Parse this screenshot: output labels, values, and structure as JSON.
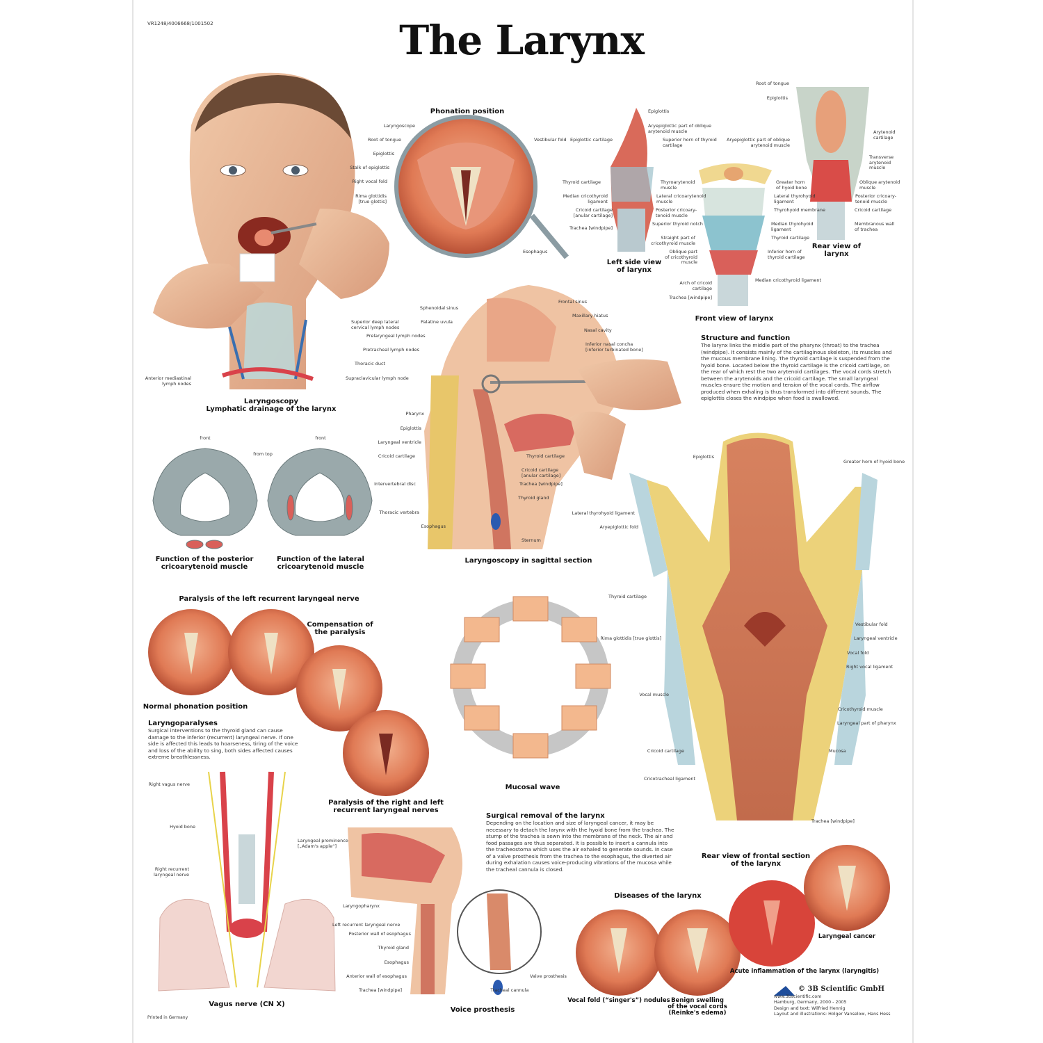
{
  "header": {
    "code": "VR1248/4006668/1001502",
    "title": "The Larynx",
    "printed": "Printed in Germany"
  },
  "colors": {
    "tissue": "#e48a6a",
    "mucosa": "#c9664a",
    "cartilage": "#a9c7cf",
    "bone_gray": "#9aa7a9",
    "nerve": "#e8d34a",
    "artery": "#d9424a"
  },
  "figures": {
    "phonation": {
      "title": "Phonation position",
      "labels": [
        "Laryngoscope",
        "Root of tongue",
        "Epiglottis",
        "Stalk of epiglottis",
        "Right vocal fold",
        "Rima glottidis\n[true glottis]",
        "Vestibular fold",
        "Esophagus"
      ]
    },
    "left_side": {
      "title": "Left side view\nof larynx",
      "labels": [
        "Epiglottis",
        "Aryepiglottic part of oblique\narytenoid muscle",
        "Superior horn of thyroid\ncartilage",
        "Thyroarytenoid\nmuscle",
        "Lateral cricoarytenoid\nmuscle",
        "Posterior cricoary-\ntenoid muscle",
        "Superior thyroid notch",
        "Epiglottic cartilage",
        "Thyroid cartilage",
        "Median cricothyroid\nligament",
        "Cricoid cartilage\n[anular cartilage]",
        "Trachea [windpipe]"
      ]
    },
    "front": {
      "title": "Front view of larynx",
      "labels": [
        "Greater horn\nof hyoid bone",
        "Lateral thyrohyoid\nligament",
        "Thyrohyoid membrane",
        "Median thyrohyoid\nligament",
        "Thyroid cartilage",
        "Inferior horn of\nthyroid cartilage",
        "Median cricothyroid ligament",
        "Straight part of\ncricothyroid muscle",
        "Oblique part\nof cricothyroid\nmuscle",
        "Arch of cricoid\ncartilage",
        "Trachea [windpipe]"
      ]
    },
    "rear": {
      "title": "Rear view of\nlarynx",
      "labels": [
        "Root of tongue",
        "Epiglottis",
        "Aryepiglottic part of oblique\narytenoid muscle",
        "Arytenoid\ncartilage",
        "Transverse\narytenoid\nmuscle",
        "Oblique arytenoid\nmuscle",
        "Posterior cricoary-\ntenoid muscle",
        "Cricoid cartilage",
        "Membranous wall\nof trachea"
      ]
    },
    "laryngoscopy": {
      "title": "Laryngoscopy\nLymphatic drainage of the larynx",
      "labels": [
        "Superior deep lateral\ncervical lymph nodes",
        "Prelaryngeal lymph nodes",
        "Pretracheal lymph nodes",
        "Thoracic duct",
        "Supraclavicular lymph node",
        "Anterior mediastinal\nlymph nodes"
      ]
    },
    "sagittal": {
      "title": "Laryngoscopy in sagittal section",
      "labels": [
        "Sphenoidal sinus",
        "Palatine uvula",
        "Frontal sinus",
        "Maxillary hiatus",
        "Nasal cavity",
        "Inferior nasal concha\n[inferior turbinated bone]",
        "Pharynx",
        "Epiglottis",
        "Laryngeal ventricle",
        "Cricoid cartilage",
        "Intervertebral disc",
        "Thoracic vertebra",
        "Esophagus",
        "Thyroid cartilage",
        "Cricoid cartilage\n[anular cartilage]",
        "Trachea [windpipe]",
        "Thyroid gland",
        "Sternum"
      ]
    },
    "cricoarytenoid": {
      "labels": [
        "front",
        "from top",
        "front"
      ],
      "posterior_title": "Function of the posterior\ncricoarytenoid muscle",
      "lateral_title": "Function of the lateral\ncricoarytenoid muscle"
    },
    "paralysis": {
      "title": "Paralysis of the left recurrent laryngeal nerve",
      "compensation": "Compensation of\nthe paralysis",
      "normal": "Normal phonation position",
      "both": "Paralysis of the right and left\nrecurrent laryngeal nerves"
    },
    "mucosal_wave": {
      "title": "Mucosal wave"
    },
    "frontal_section": {
      "title": "Rear view of frontal section\nof the larynx",
      "labels": [
        "Epiglottis",
        "Greater horn of hyoid bone",
        "Lateral thyrohyoid ligament",
        "Aryepiglottic fold",
        "Thyroid cartilage",
        "Rima glottidis [true glottis]",
        "Vocal muscle",
        "Cricoid cartilage",
        "Cricotracheal ligament",
        "Vestibular fold",
        "Laryngeal ventricle",
        "Vocal fold",
        "Right vocal ligament",
        "Cricothyroid muscle",
        "Laryngeal part of pharynx",
        "Mucosa",
        "Trachea [windpipe]"
      ]
    },
    "vagus": {
      "title": "Vagus nerve (CN X)",
      "labels": [
        "Right vagus nerve",
        "Hyoid bone",
        "Right recurrent\nlaryngeal nerve",
        "Laryngeal prominence\n[„Adam's apple“]"
      ]
    },
    "prosthesis": {
      "title": "Voice prosthesis",
      "labels": [
        "Laryngopharynx",
        "Left recurrent laryngeal nerve",
        "Posterior wall of esophagus",
        "Thyroid gland",
        "Esophagus",
        "Anterior wall of esophagus",
        "Trachea [windpipe]",
        "Tracheal cannula",
        "Valve prosthesis"
      ]
    },
    "diseases": {
      "title": "Diseases of the larynx",
      "labels": [
        "Vocal fold (“singer's”) nodules",
        "Benign swelling\nof the vocal cords\n(Reinke's edema)",
        "Acute inflammation of the larynx (laryngitis)",
        "Laryngeal cancer"
      ]
    }
  },
  "texts": {
    "structure": {
      "heading": "Structure and function",
      "body": "The larynx links the middle part of the pharynx (throat) to the trachea (windpipe). It consists mainly of the cartilaginous skeleton, its muscles and the mucous membrane lining. The thyroid cartilage is suspended from the hyoid bone. Located below the thyroid cartilage is the cricoid cartilage, on the rear of which rest the two arytenoid cartilages. The vocal cords stretch between the arytenoids and the cricoid cartilage. The small laryngeal muscles ensure the motion and tension of the vocal cords. The airflow produced when exhaling is thus transformed into different sounds. The epiglottis closes the windpipe when food is swallowed."
    },
    "laryngoparalyses": {
      "heading": "Laryngoparalyses",
      "body": "Surgical interventions to the thyroid gland can cause damage to the inferior (recurrent) laryngeal nerve. If one side is affected this leads to hoarseness, tiring of the voice and loss of the ability to sing, both sides affected causes extreme breathlessness."
    },
    "surgical": {
      "heading": "Surgical removal of the larynx",
      "body": "Depending on the location and size of laryngeal cancer, it may be necessary to detach the larynx with the hyoid bone from the trachea. The stump of the trachea is sewn into the membrane of the neck. The air and food passages are thus separated. It is possible to insert a cannula into the tracheostoma which uses the air exhaled to generate sounds. In case of a valve prosthesis from the trachea to the esophagus, the diverted air during exhalation causes voice-producing vibrations of the mucosa while the tracheal cannula is closed."
    }
  },
  "copyright": {
    "logo": "3B",
    "brand": "© 3B Scientific GmbH",
    "lines": [
      "www.3bscientific.com",
      "Hamburg, Germany, 2000 - 2005",
      "Design and text: Wilfried Hennig",
      "Layout and illustrations: Holger Vanselow, Hans Hess"
    ]
  }
}
